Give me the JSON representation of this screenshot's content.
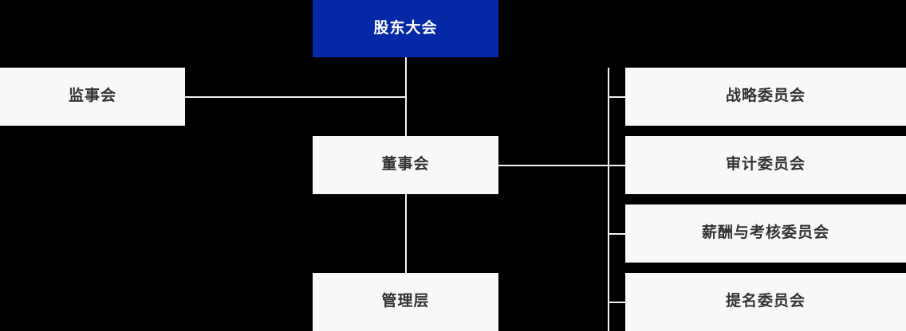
{
  "diagram": {
    "title_node": {
      "label": "股东大会",
      "style": "primary"
    },
    "nodes": {
      "shareholders_meeting": "股东大会",
      "board_of_supervisors": "监事会",
      "board_of_directors": "董事会",
      "management": "管理层",
      "strategy_committee": "战略委员会",
      "audit_committee": "审计委员会",
      "remuneration_appraisal_committee": "薪酬与考核委员会",
      "nomination_committee": "提名委员会"
    },
    "colors": {
      "background": "#000000",
      "primary_node_fill": "#0529a6",
      "primary_node_text": "#ffffff",
      "plain_node_fill": "#f7f8fa",
      "plain_node_text": "#333333",
      "connector": "#f0f1f3"
    },
    "committees": [
      {
        "label": "战略委员会"
      },
      {
        "label": "审计委员会"
      },
      {
        "label": "薪酬与考核委员会"
      },
      {
        "label": "提名委员会"
      }
    ]
  }
}
